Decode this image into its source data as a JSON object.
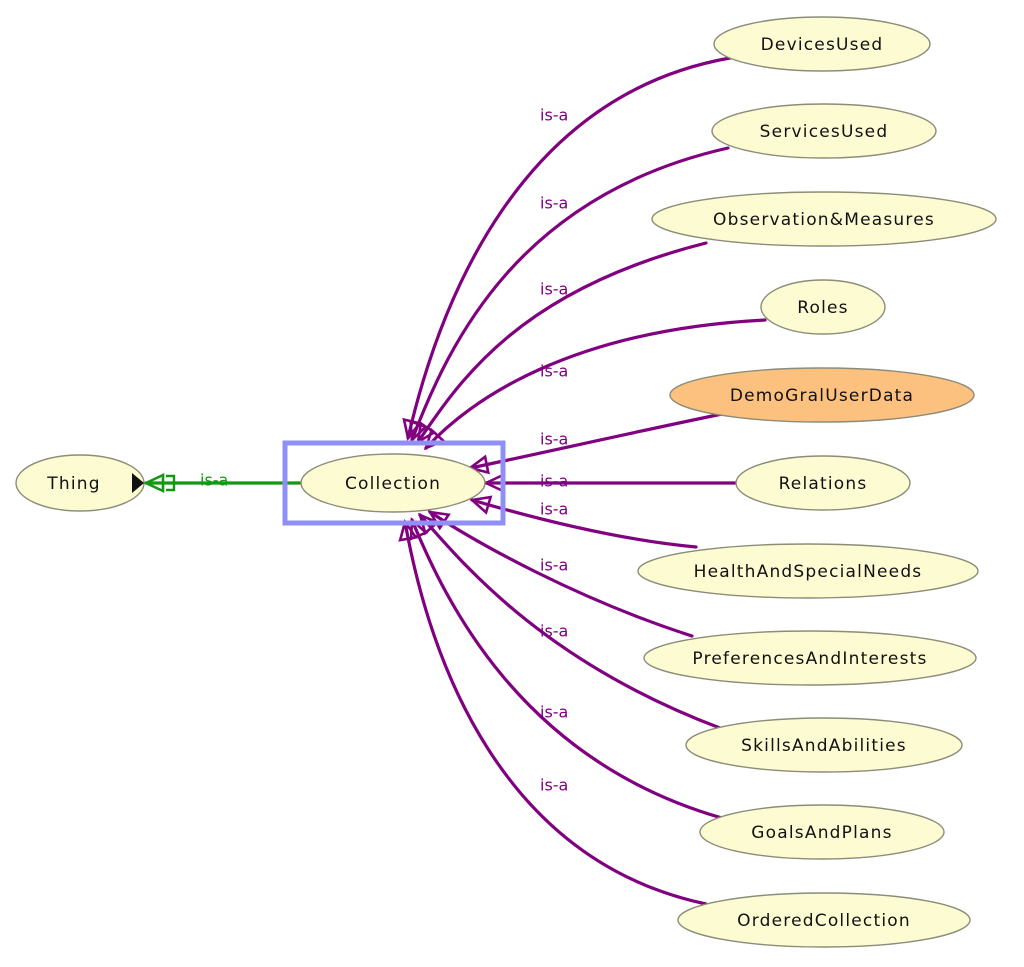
{
  "colors": {
    "node_fill": "#fdfbd2",
    "node_selected_fill": "#fcc17e",
    "subclass_edge": "#800080",
    "super_edge": "#119911",
    "selection_box": "#8f8ff5"
  },
  "graph": {
    "root": {
      "id": "thing",
      "label": "Thing",
      "expand_icon": "triangle-right-icon"
    },
    "focus": {
      "id": "collection",
      "label": "Collection",
      "selected": true
    },
    "super_edge": {
      "label": "is-a"
    },
    "children": [
      {
        "id": "devices-used",
        "label": "DevicesUsed",
        "edge_label": "is-a",
        "highlighted": false
      },
      {
        "id": "services-used",
        "label": "ServicesUsed",
        "edge_label": "is-a",
        "highlighted": false
      },
      {
        "id": "observation-measures",
        "label": "Observation&Measures",
        "edge_label": "is-a",
        "highlighted": false
      },
      {
        "id": "roles",
        "label": "Roles",
        "edge_label": "is-a",
        "highlighted": false
      },
      {
        "id": "demo-gral-user-data",
        "label": "DemoGralUserData",
        "edge_label": "is-a",
        "highlighted": true
      },
      {
        "id": "relations",
        "label": "Relations",
        "edge_label": "is-a",
        "highlighted": false
      },
      {
        "id": "health-and-special-needs",
        "label": "HealthAndSpecialNeeds",
        "edge_label": "is-a",
        "highlighted": false
      },
      {
        "id": "preferences-and-interests",
        "label": "PreferencesAndInterests",
        "edge_label": "is-a",
        "highlighted": false
      },
      {
        "id": "skills-and-abilities",
        "label": "SkillsAndAbilities",
        "edge_label": "is-a",
        "highlighted": false
      },
      {
        "id": "goals-and-plans",
        "label": "GoalsAndPlans",
        "edge_label": "is-a",
        "highlighted": false
      },
      {
        "id": "ordered-collection",
        "label": "OrderedCollection",
        "edge_label": "is-a",
        "highlighted": false
      }
    ]
  }
}
